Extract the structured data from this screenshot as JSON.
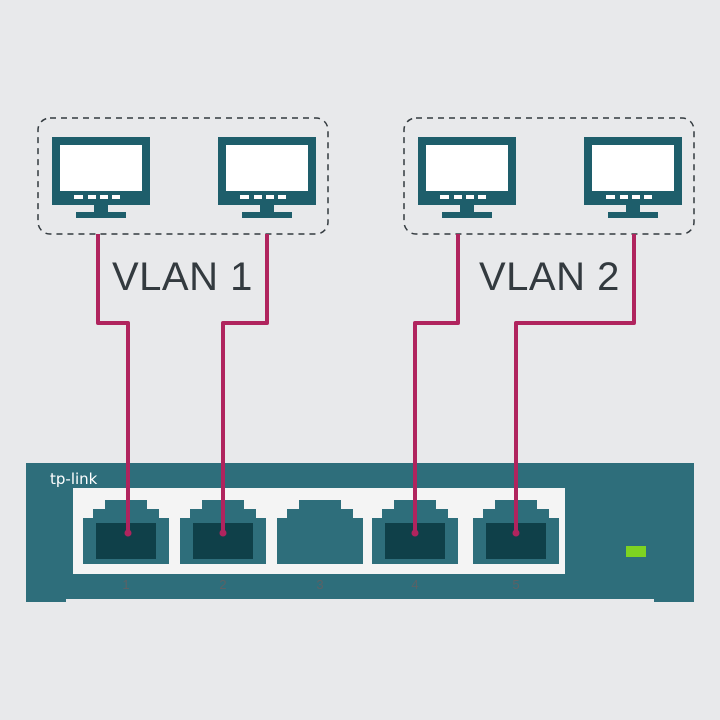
{
  "vlans": [
    {
      "label": "VLAN 1"
    },
    {
      "label": "VLAN 2"
    }
  ],
  "switch": {
    "brand": "tp-link",
    "body_color": "#2e6e7b",
    "led_color": "#7ed321",
    "ports": [
      {
        "number": "1",
        "connected": true
      },
      {
        "number": "2",
        "connected": true
      },
      {
        "number": "3",
        "connected": false
      },
      {
        "number": "4",
        "connected": true
      },
      {
        "number": "5",
        "connected": true
      }
    ]
  },
  "colors": {
    "background": "#e8e9eb",
    "computer": "#1e5e6b",
    "cable": "#b0245e",
    "group_border": "#333a3f"
  },
  "icons": {
    "computer": "monitor-icon",
    "port": "ethernet-port-icon",
    "led": "status-led-icon"
  }
}
